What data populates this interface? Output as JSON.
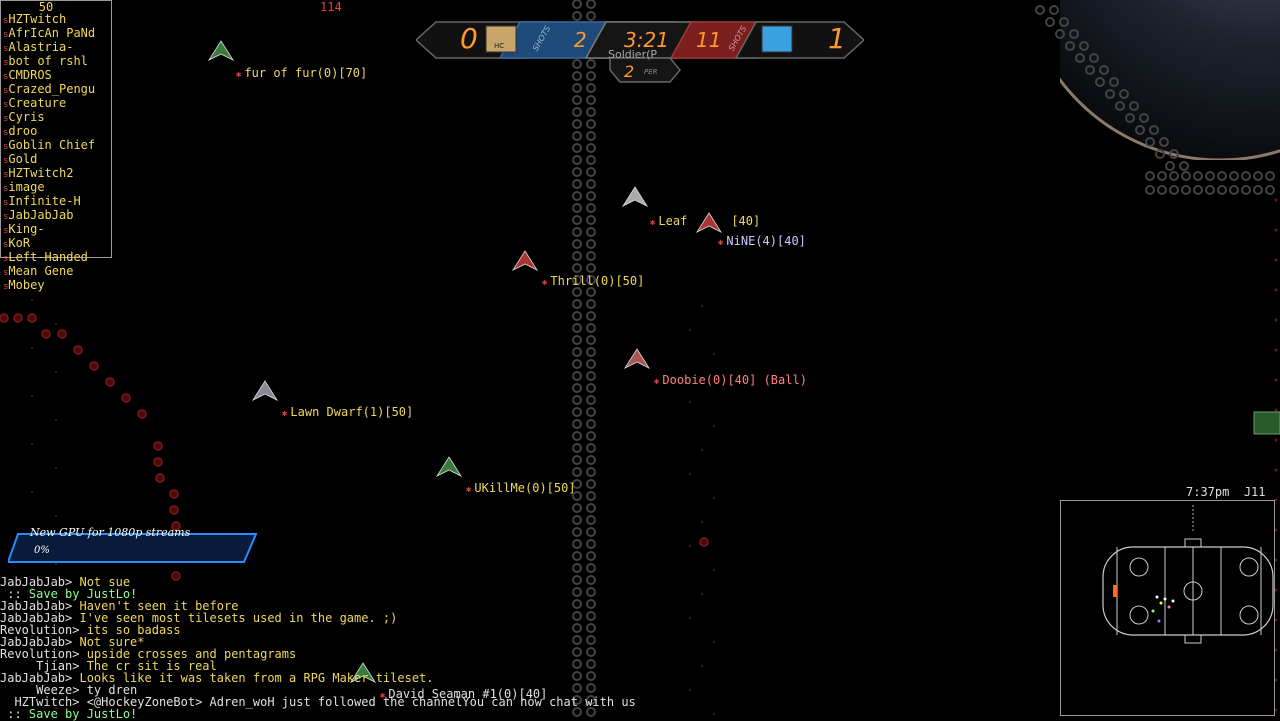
{
  "player_list": {
    "count": "50",
    "players": [
      "HZTwitch",
      "AfrIcAn PaNd",
      "Alastria-",
      "bot of rshl",
      "CMDROS",
      "Crazed_Pengu",
      "Creature",
      "Cyris",
      "droo",
      "Goblin Chief",
      "Gold",
      "HZTwitch2",
      "image",
      "Infinite-H",
      "JabJabJab",
      "King-",
      "KoR",
      "Left-Handed",
      "Mean Gene",
      "Mobey"
    ]
  },
  "top_stat": "114",
  "scoreboard": {
    "left_score": "0",
    "left_shots_label": "SHOTS",
    "left_shots": "2",
    "clock": "3:21",
    "right_shots": "11",
    "right_shots_label": "SHOTS",
    "right_score": "1",
    "period": "2",
    "period_label": "PER",
    "home_tag": "HC",
    "under_text": "Soldier(P"
  },
  "ships": [
    {
      "label": "fur of fur(0)[70]",
      "color": "#f0d85a"
    },
    {
      "label": "Leaf",
      "suffix": "[40]",
      "color": "#f0d85a"
    },
    {
      "label": "NiNE(4)[40]",
      "color": "#c9c9ff"
    },
    {
      "label": "Thrill(0)[50]",
      "color": "#f0d85a"
    },
    {
      "label": "Doobie(0)[40] (Ball)",
      "color": "#ff8080"
    },
    {
      "label": "Lawn Dwarf(1)[50]",
      "color": "#f0d85a"
    },
    {
      "label": "UKillMe(0)[50]",
      "color": "#f0d85a"
    },
    {
      "label": "David Seaman #1(0)[40]",
      "color": "#e0e0e0"
    }
  ],
  "banner": {
    "title": "New GPU for 1080p streams",
    "progress_text": "0%",
    "progress": 0
  },
  "chat": [
    {
      "prefix": "JabJabJab> ",
      "text": "Not sue",
      "color": "#f0d85a"
    },
    {
      "prefix": " :: ",
      "text": "Save by JustLo!",
      "color": "#8cff8c"
    },
    {
      "prefix": "JabJabJab> ",
      "text": "Haven't seen it before",
      "color": "#f0d85a"
    },
    {
      "prefix": "JabJabJab> ",
      "text": "I've seen most tilesets used in the game. ;)",
      "color": "#f0d85a"
    },
    {
      "prefix": "Revolution> ",
      "text": "its so badass",
      "color": "#f0d85a"
    },
    {
      "prefix": "JabJabJab> ",
      "text": "Not sure*",
      "color": "#f0d85a"
    },
    {
      "prefix": "Revolution> ",
      "text": "upside crosses and pentagrams",
      "color": "#f0d85a"
    },
    {
      "prefix": "     Tjian> ",
      "text": "The cr sit is real",
      "color": "#f0d85a"
    },
    {
      "prefix": "JabJabJab> ",
      "text": "Looks like it was taken from a RPG Maker tileset.",
      "color": "#f0d85a"
    },
    {
      "prefix": "     Weeze> ",
      "text": "ty dren",
      "color": "#e0e0e0"
    },
    {
      "prefix": "  HZTwitch> ",
      "text": "<@HockeyZoneBot> Adren_woH just followed the channelYou can now chat with us",
      "color": "#e0e0e0"
    },
    {
      "prefix": " :: ",
      "text": "Save by JustLo!",
      "color": "#8cff8c"
    }
  ],
  "clock": {
    "time": "7:37pm",
    "code": "J11"
  },
  "colors": {
    "team_blue": "#1e4a7a",
    "team_red": "#7a1e1e",
    "score_orange": "#ff9a2a",
    "chat_yellow": "#f0d85a"
  }
}
